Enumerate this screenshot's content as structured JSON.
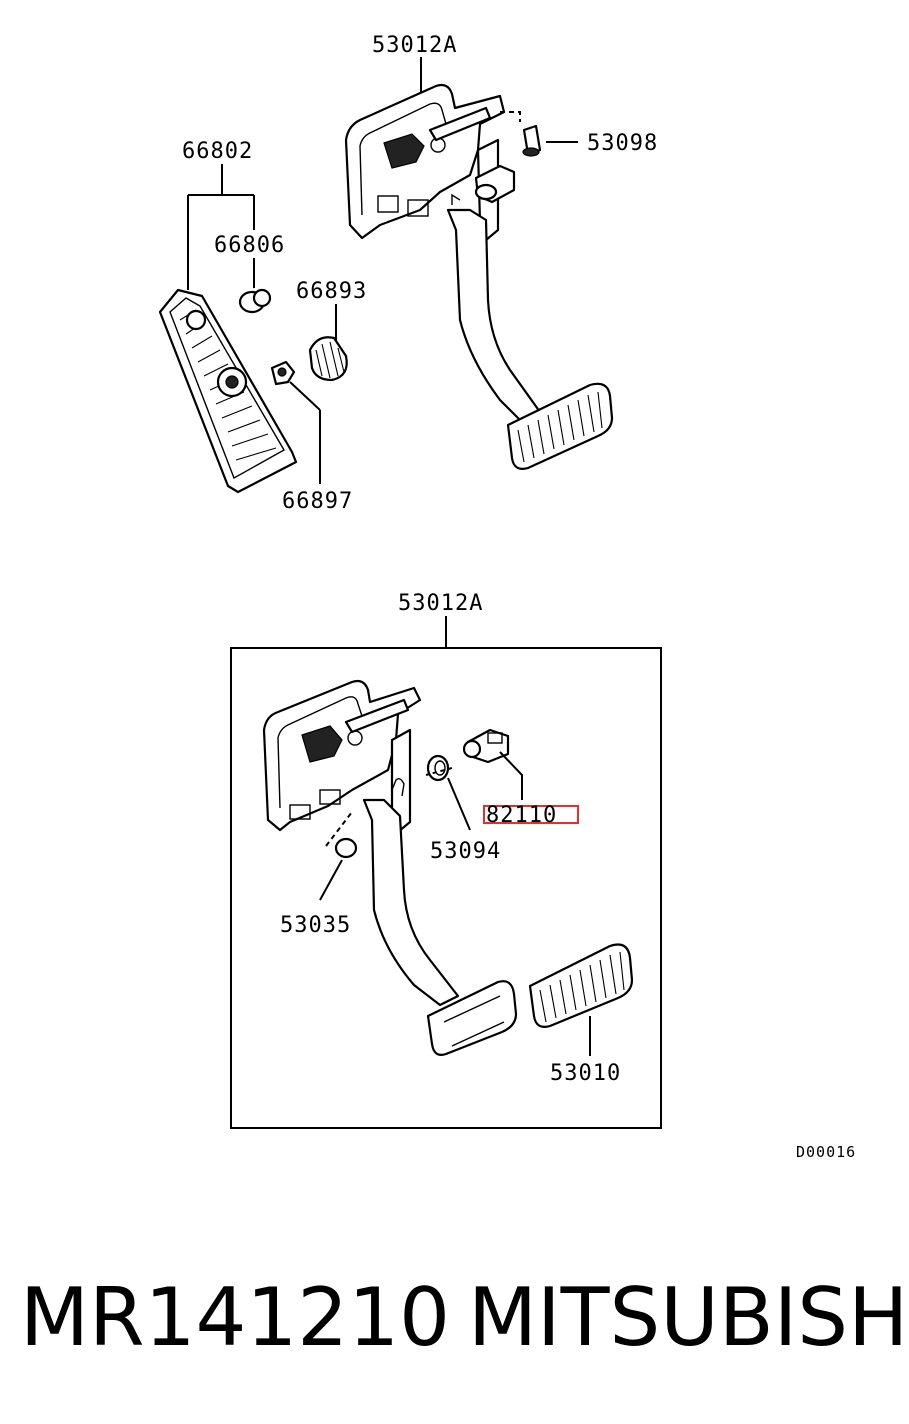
{
  "top_assembly": {
    "bracket_label": "53012A",
    "bolt_label": "53098",
    "accel_pedal_label": "66802",
    "bushing_label": "66806",
    "stopper_label": "66893",
    "clip_label": "66897"
  },
  "inset_assembly": {
    "bracket_label": "53012A",
    "switch_label": "82110",
    "grommet_label": "53094",
    "stopper_label": "53035",
    "pad_label": "53010"
  },
  "diagram_code": "D00016",
  "caption": {
    "part_number": "MR141210",
    "brand": "MITSUBISHI"
  },
  "colors": {
    "highlight": "#e03030",
    "ink": "#000000"
  }
}
